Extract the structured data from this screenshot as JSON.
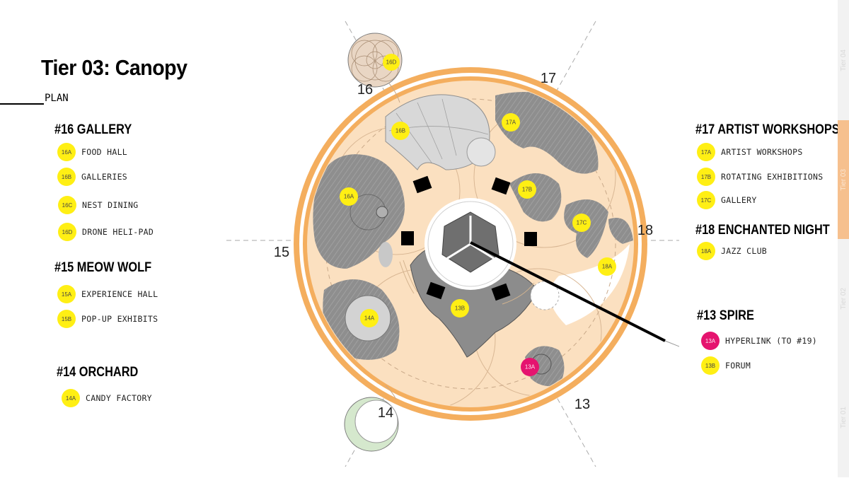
{
  "title": "Tier 03: Canopy",
  "subtitle": "PLAN",
  "legend_left": [
    {
      "heading": "#16 GALLERY",
      "items": [
        {
          "code": "16A",
          "label": "FOOD HALL"
        },
        {
          "code": "16B",
          "label": "GALLERIES"
        },
        {
          "code": "16C",
          "label": "NEST DINING"
        },
        {
          "code": "16D",
          "label": "DRONE HELI-PAD"
        }
      ]
    },
    {
      "heading": "#15  MEOW WOLF",
      "items": [
        {
          "code": "15A",
          "label": "EXPERIENCE HALL"
        },
        {
          "code": "15B",
          "label": "POP-UP EXHIBITS"
        }
      ]
    },
    {
      "heading": "#14 ORCHARD",
      "items": [
        {
          "code": "14A",
          "label": "CANDY FACTORY"
        }
      ]
    }
  ],
  "legend_right": [
    {
      "heading": "#17 ARTIST WORKSHOPS",
      "items": [
        {
          "code": "17A",
          "label": "ARTIST WORKSHOPS"
        },
        {
          "code": "17B",
          "label": "ROTATING EXHIBITIONS"
        },
        {
          "code": "17C",
          "label": "GALLERY"
        }
      ]
    },
    {
      "heading": "#18 ENCHANTED NIGHT",
      "items": [
        {
          "code": "18A",
          "label": "JAZZ CLUB"
        }
      ]
    },
    {
      "heading": "#13 SPIRE",
      "items": [
        {
          "code": "13A",
          "label": "HYPERLINK (TO #19)"
        },
        {
          "code": "13B",
          "label": "FORUM"
        }
      ]
    }
  ],
  "tier_nav": [
    "Tier 04",
    "Tier 03",
    "Tier 02",
    "Tier 01"
  ],
  "active_tier": "Tier 03",
  "map": {
    "sector_numbers": [
      "17",
      "16",
      "18",
      "15",
      "13",
      "14"
    ],
    "badges": [
      "16D",
      "16B",
      "17A",
      "17B",
      "16A",
      "17C",
      "18A",
      "13B",
      "14A",
      "13A"
    ]
  },
  "colors": {
    "ring": "#f4ae5e",
    "floor": "#fbe0c0",
    "grey": "#8c8c8c",
    "badge_yellow": "#ffef14",
    "badge_pink": "#e5146f",
    "active_tab": "#f6c08e"
  }
}
